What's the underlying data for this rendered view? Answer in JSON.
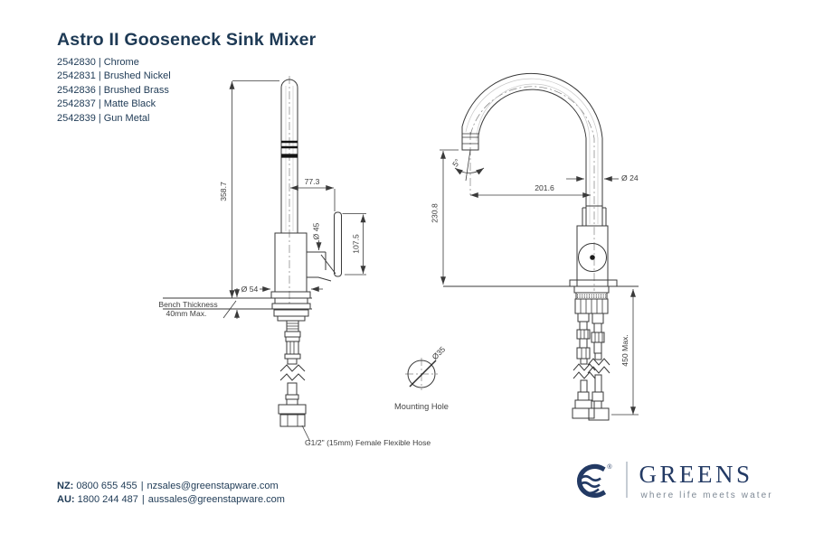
{
  "title": "Astro II Gooseneck Sink Mixer",
  "variants": [
    {
      "code": "2542830",
      "sep": "|",
      "finish": "Chrome"
    },
    {
      "code": "2542831",
      "sep": "|",
      "finish": "Brushed Nickel"
    },
    {
      "code": "2542836",
      "sep": "|",
      "finish": "Brushed Brass"
    },
    {
      "code": "2542837",
      "sep": "|",
      "finish": "Matte Black"
    },
    {
      "code": "2542839",
      "sep": "|",
      "finish": "Gun Metal"
    }
  ],
  "drawing": {
    "side_view": {
      "overall_height": "358.7",
      "spout_offset": "77.3",
      "body_diameter": "Ø 45",
      "handle_height": "107.5",
      "base_diameter": "Ø 54",
      "bench_note_line1": "Bench Thickness",
      "bench_note_line2": "40mm Max.",
      "hose_note": "G1/2\" (15mm) Female Flexible Hose"
    },
    "front_view": {
      "spout_angle": "5°",
      "height_to_outlet": "230.8",
      "spout_reach": "201.6",
      "spout_tube_diameter": "Ø 24",
      "hose_length": "450 Max."
    },
    "mounting_hole": {
      "diameter": "Ø35",
      "label": "Mounting Hole"
    }
  },
  "footer": {
    "nz_label": "NZ:",
    "nz_phone": "0800 655 455",
    "nz_sep": "|",
    "nz_email": "nzsales@greenstapware.com",
    "au_label": "AU:",
    "au_phone": "1800 244 487",
    "au_sep": "|",
    "au_email": "aussales@greenstapware.com"
  },
  "logo": {
    "brand": "GREENS",
    "tagline": "where life meets water",
    "registered": "®"
  },
  "colors": {
    "text_navy": "#1e3a55",
    "logo_navy": "#233a64",
    "line": "#3a3a3a"
  }
}
